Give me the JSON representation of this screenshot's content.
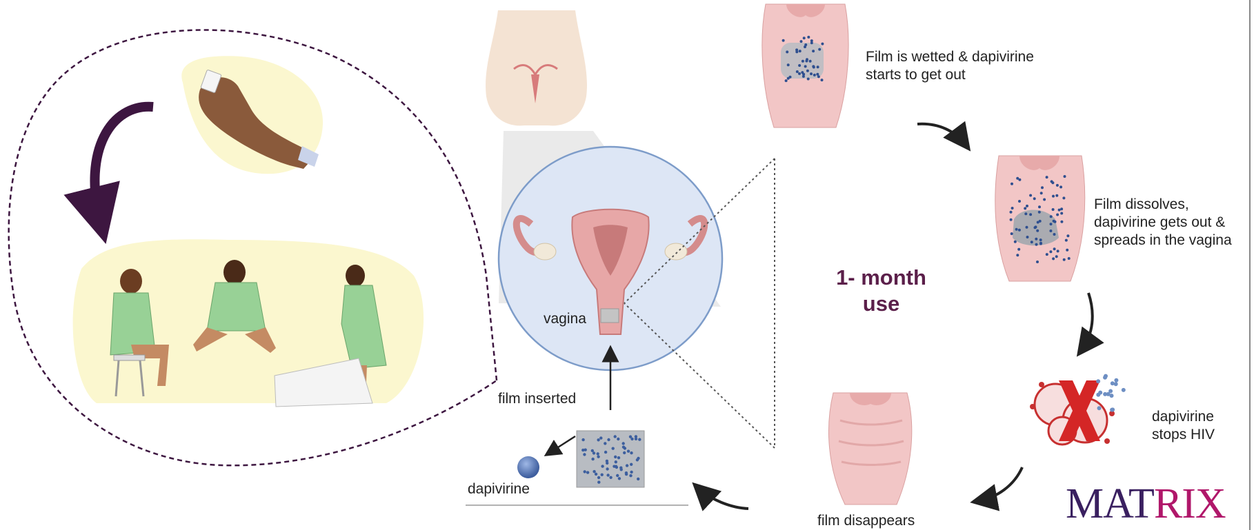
{
  "labels": {
    "vagina": "vagina",
    "film_inserted": "film inserted",
    "dapivirine": "dapivirine",
    "one_month_use": [
      "1- month",
      "use"
    ],
    "step_wetted": [
      "Film is wetted & dapivirine",
      "starts to get out"
    ],
    "step_dissolves": [
      "Film dissolves,",
      "dapivirine gets out &",
      "spreads in the vagina"
    ],
    "step_stops_hiv": [
      "dapivirine",
      "stops HIV"
    ],
    "step_disappears": "film disappears"
  },
  "logo": {
    "text": "MATRIX",
    "colors": [
      "#3a2060",
      "#b0176a"
    ]
  },
  "colors": {
    "accent_purple": "#3d1640",
    "title_purple": "#5b1f4a",
    "circle_fill": "#dde6f5",
    "circle_stroke": "#7d9cc9",
    "tissue_pink": "#f2c6c6",
    "tissue_dark": "#d48c8c",
    "film_grey": "#b8bcc2",
    "dot_blue": "#2f4f8f",
    "bubble_yellow": "#fbf7cf",
    "robe_green": "#98d196",
    "skin": "#8a5a3b",
    "virus_red": "#d42626"
  },
  "icons": [
    "hand-holding-film-icon",
    "woman-inserting-film-icon",
    "uterus-icon",
    "virus-icon",
    "x-mark-icon",
    "dapivirine-molecule-icon"
  ]
}
